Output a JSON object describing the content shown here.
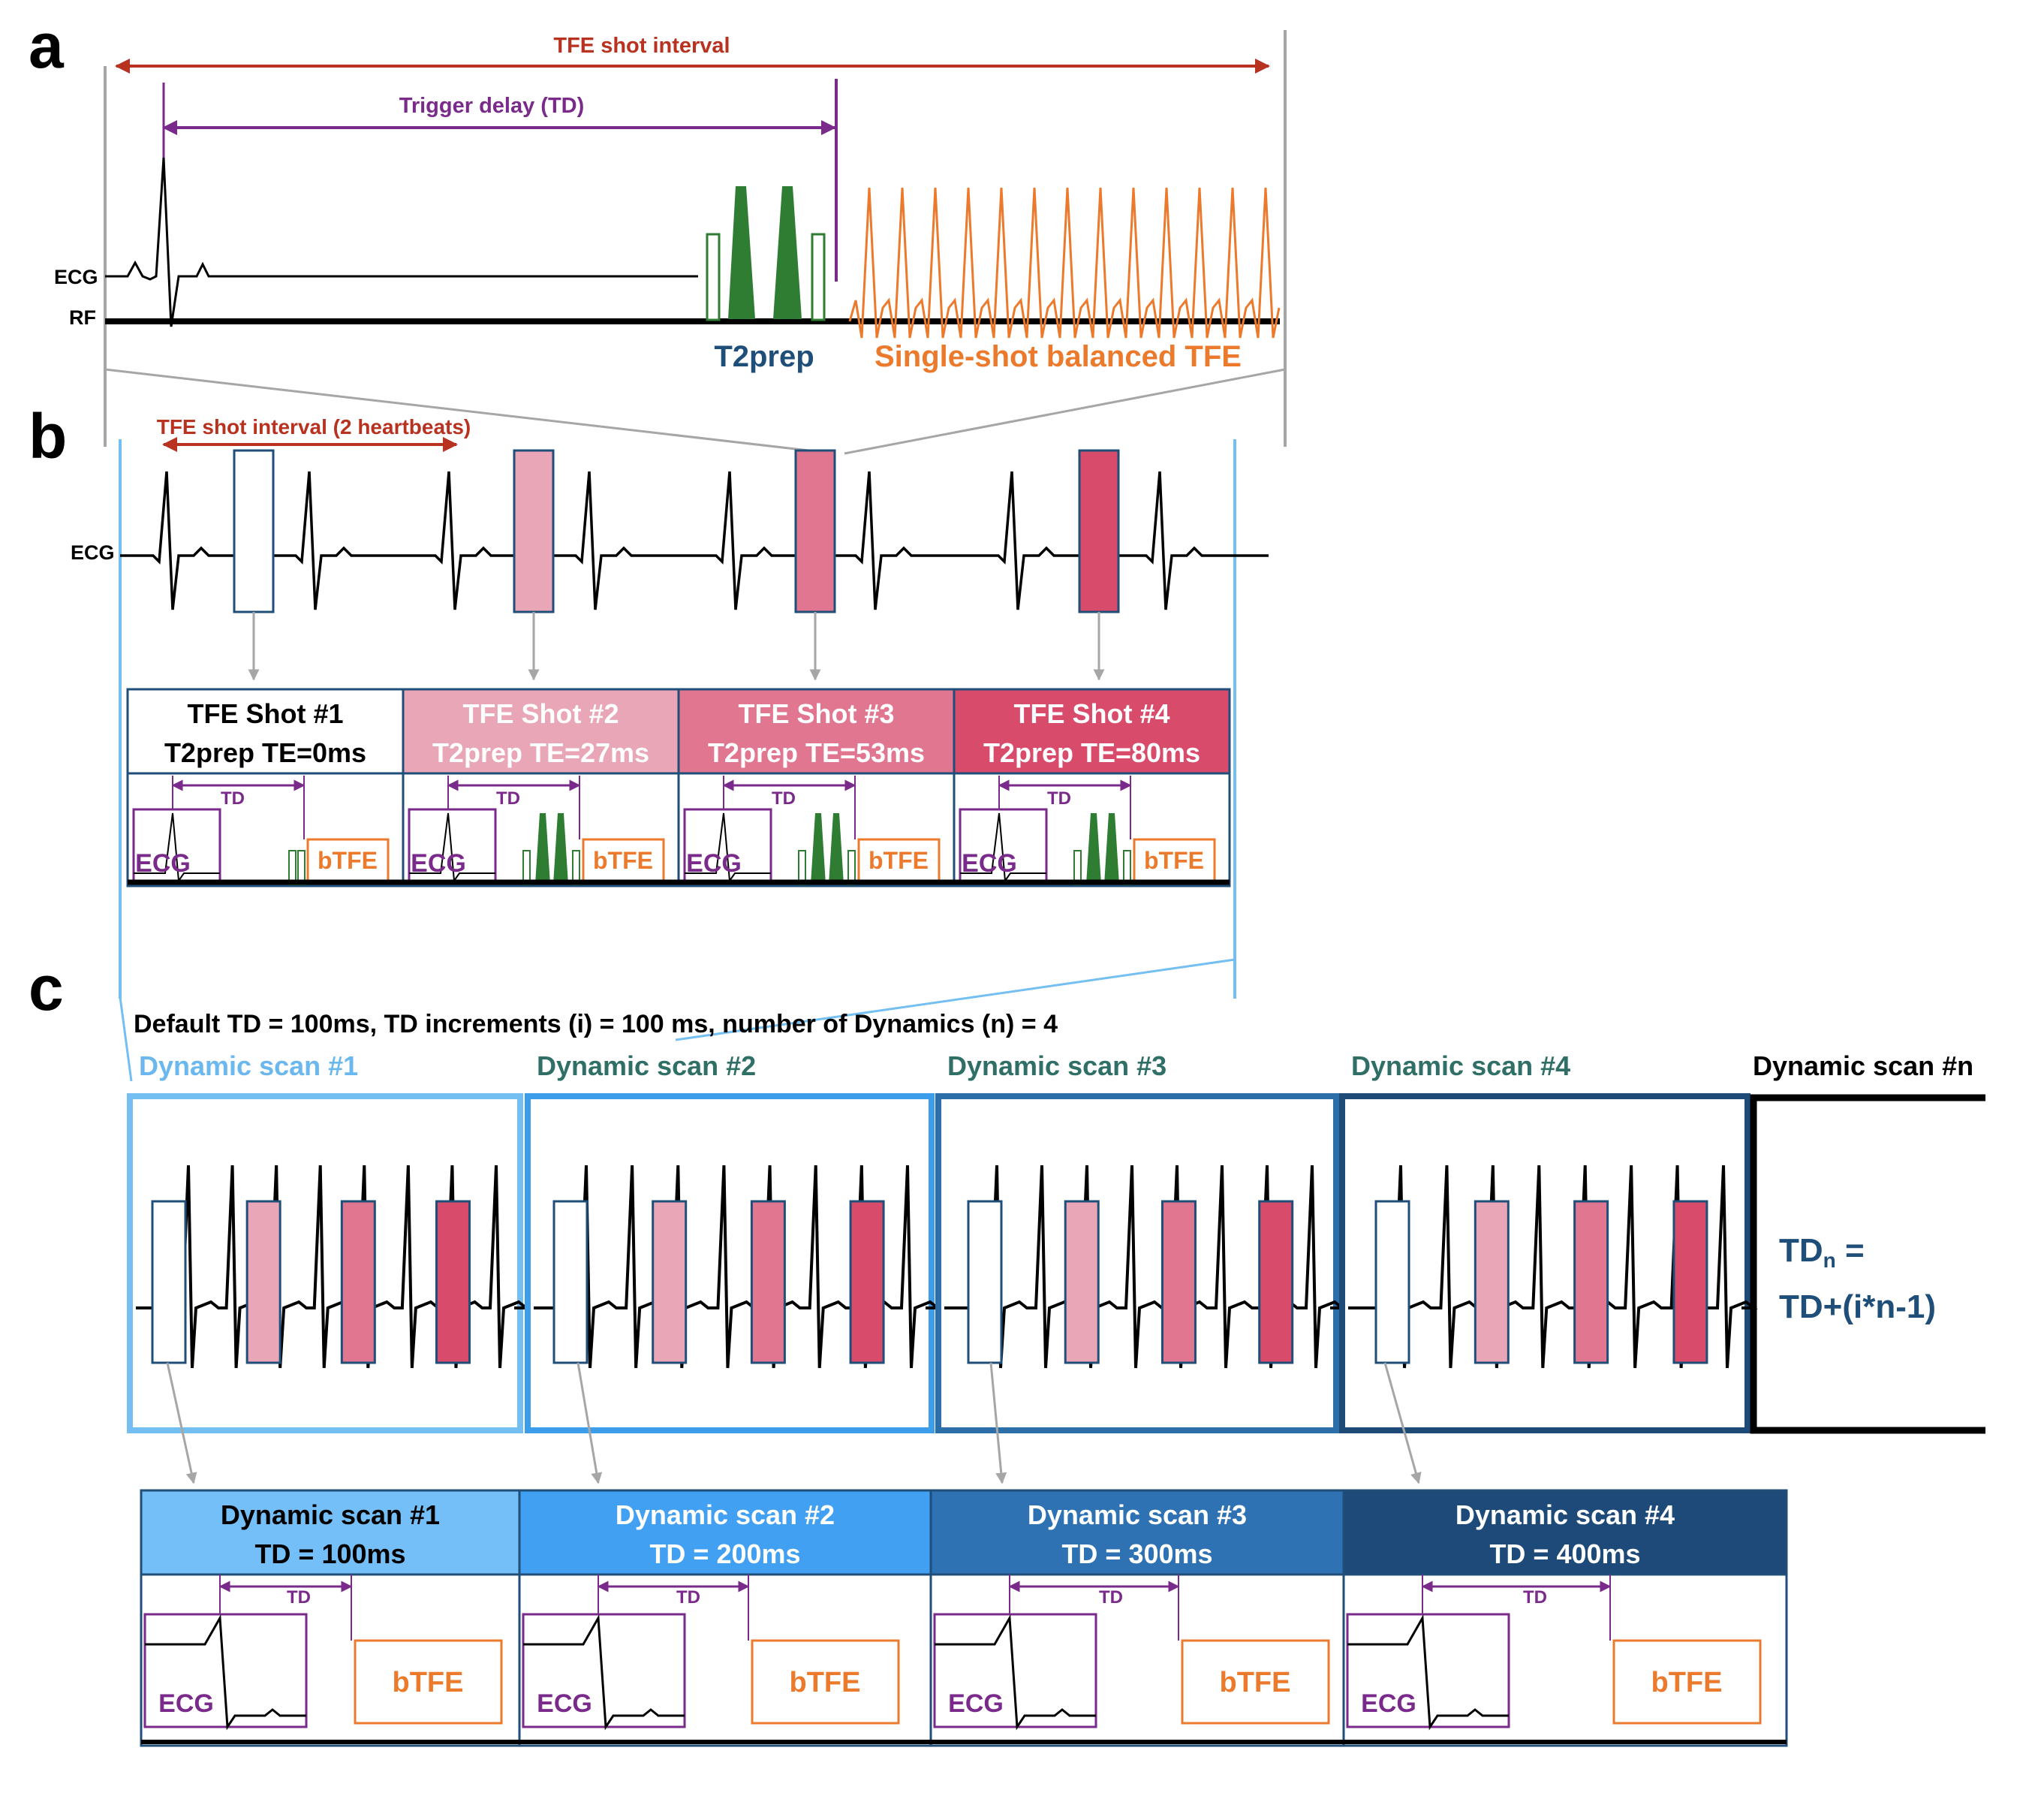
{
  "panel_labels": {
    "a": "a",
    "b": "b",
    "c": "c"
  },
  "panel_a": {
    "tfe_interval_label": "TFE shot interval",
    "trigger_delay_label": "Trigger delay (TD)",
    "ecg_label": "ECG",
    "rf_label": "RF",
    "t2prep_label": "T2prep",
    "bssfp_label": "Single-shot balanced TFE"
  },
  "panel_b": {
    "interval_label": "TFE shot interval (2 heartbeats)",
    "ecg_label": "ECG",
    "shots": [
      {
        "title": "TFE Shot #1",
        "te": "T2prep TE=0ms",
        "td": "TD",
        "ecg": "ECG",
        "btfe": "bTFE",
        "fill": "#ffffff",
        "text_color": "#000000"
      },
      {
        "title": "TFE Shot #2",
        "te": "T2prep TE=27ms",
        "td": "TD",
        "ecg": "ECG",
        "btfe": "bTFE",
        "fill": "#e9a6b6",
        "text_color": "#ffffff"
      },
      {
        "title": "TFE Shot #3",
        "te": "T2prep TE=53ms",
        "td": "TD",
        "ecg": "ECG",
        "btfe": "bTFE",
        "fill": "#e07690",
        "text_color": "#ffffff"
      },
      {
        "title": "TFE Shot #4",
        "te": "T2prep TE=80ms",
        "td": "TD",
        "ecg": "ECG",
        "btfe": "bTFE",
        "fill": "#d94b6b",
        "text_color": "#ffffff"
      }
    ]
  },
  "panel_c": {
    "params_line": "Default TD = 100ms, TD increments (i) = 100 ms, number of Dynamics (n) = 4",
    "dynamics": [
      {
        "label": "Dynamic scan #1",
        "label_color": "#6ab8ee",
        "border": "#74bff2"
      },
      {
        "label": "Dynamic scan #2",
        "label_color": "#2f6f66",
        "border": "#3c9eea"
      },
      {
        "label": "Dynamic scan #3",
        "label_color": "#2f6f66",
        "border": "#2c6ea8"
      },
      {
        "label": "Dynamic scan #4",
        "label_color": "#2f6f66",
        "border": "#1e4a78"
      }
    ],
    "dynamic_n_label": "Dynamic scan #n",
    "formula_line1": "TD",
    "formula_sub": "n",
    "formula_eq": " =",
    "formula_line2": "TD+(i*n-1)",
    "td_table": [
      {
        "title": "Dynamic scan #1",
        "td": "TD = 100ms",
        "fill": "#74bff7",
        "text_color": "#000000",
        "td_tag": "TD",
        "ecg": "ECG",
        "btfe": "bTFE"
      },
      {
        "title": "Dynamic scan #2",
        "td": "TD = 200ms",
        "fill": "#42a0f2",
        "text_color": "#ffffff",
        "td_tag": "TD",
        "ecg": "ECG",
        "btfe": "bTFE"
      },
      {
        "title": "Dynamic scan #3",
        "td": "TD = 300ms",
        "fill": "#2f72b3",
        "text_color": "#ffffff",
        "td_tag": "TD",
        "ecg": "ECG",
        "btfe": "bTFE"
      },
      {
        "title": "Dynamic scan #4",
        "td": "TD = 400ms",
        "fill": "#1d4a78",
        "text_color": "#ffffff",
        "td_tag": "TD",
        "ecg": "ECG",
        "btfe": "bTFE"
      }
    ]
  },
  "colors": {
    "red_arrow": "#b8321f",
    "purple": "#7a2a8a",
    "green": "#2e7d32",
    "orange": "#ec7a2c",
    "navy_text": "#1f4e79",
    "shot_border": "#1f4e79",
    "gray": "#a6a6a6",
    "light_blue_line": "#74bff2"
  }
}
